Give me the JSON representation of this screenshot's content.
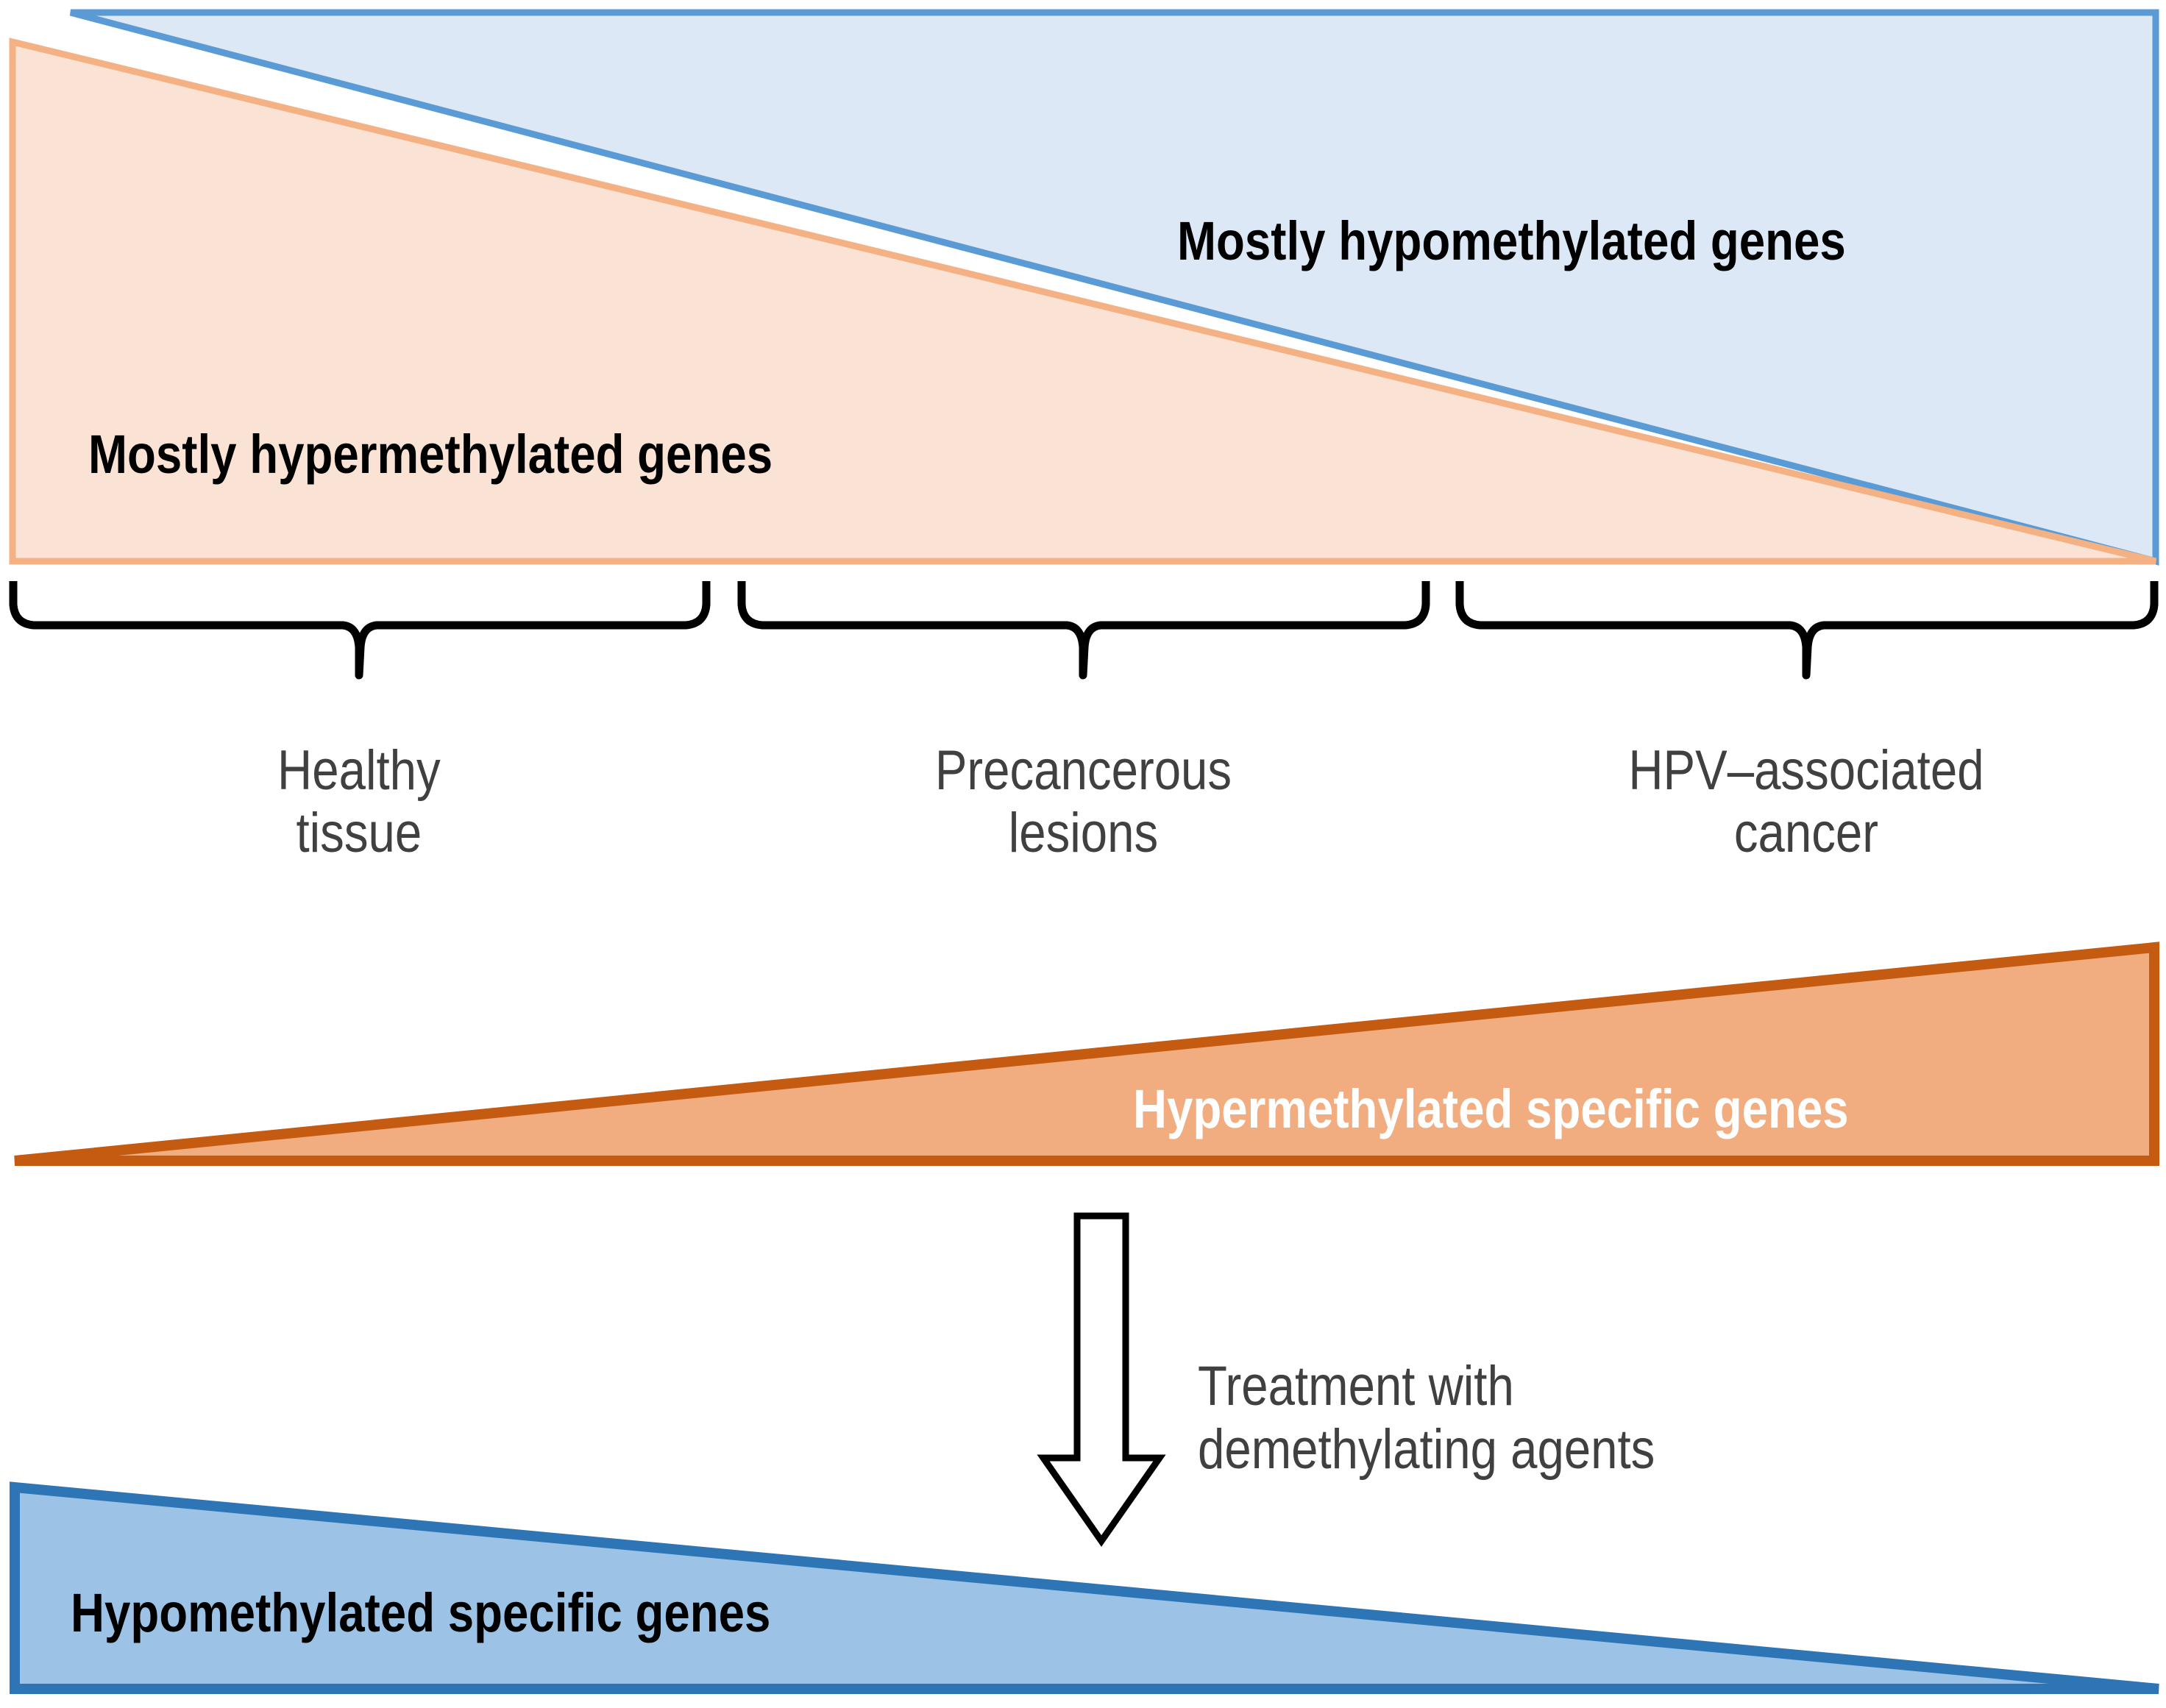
{
  "figure": {
    "title_text": "",
    "colors": {
      "pale_blue_fill": "#dce8f6",
      "pale_blue_stroke": "#5b9bd5",
      "pale_orange_fill": "#fae2d5",
      "pale_orange_stroke": "#f4b183",
      "solid_orange_fill": "#f1ad80",
      "solid_orange_stroke": "#c55a11",
      "solid_blue_fill": "#9cc3e5",
      "solid_blue_stroke": "#2e75b6",
      "bracket_stroke": "#000000",
      "stage_label_text": "#404040",
      "dark_text": "#000000",
      "white_text": "#ffffff"
    }
  },
  "top_panel": {
    "hypo_label": "Mostly hypomethylated genes",
    "hyper_label": "Mostly hypermethylated genes"
  },
  "stages": [
    {
      "id": "healthy-tissue",
      "label": "Healthy\ntissue"
    },
    {
      "id": "precancerous-lesions",
      "label": "Precancerous\nlesions"
    },
    {
      "id": "hpv-associated-cancer",
      "label": "HPV–associated\ncancer"
    }
  ],
  "middle_panel": {
    "hyper_specific_label": "Hypermethylated specific genes"
  },
  "treatment": {
    "label": "Treatment with\ndemethylating agents"
  },
  "bottom_panel": {
    "hypo_specific_label": "Hypomethylated specific genes"
  },
  "chart_data": {
    "type": "area",
    "title": "DNA methylation changes across HPV-associated carcinogenesis",
    "xlabel": "",
    "ylabel": "",
    "categories": [
      "Healthy tissue",
      "Precancerous lesions",
      "HPV–associated cancer"
    ],
    "grid": false,
    "legend": "in-figure labels",
    "series": [
      {
        "name": "Mostly hypomethylated genes",
        "trend": "increasing",
        "values": [
          0,
          50,
          100
        ],
        "fill": "#dce8f6",
        "stroke": "#5b9bd5",
        "panel": "top"
      },
      {
        "name": "Mostly hypermethylated genes",
        "trend": "decreasing",
        "values": [
          100,
          50,
          0
        ],
        "fill": "#fae2d5",
        "stroke": "#f4b183",
        "panel": "top"
      },
      {
        "name": "Hypermethylated specific genes",
        "trend": "increasing",
        "values": [
          0,
          50,
          100
        ],
        "fill": "#f1ad80",
        "stroke": "#c55a11",
        "panel": "middle"
      },
      {
        "name": "Hypomethylated specific genes",
        "trend": "decreasing",
        "values": [
          100,
          50,
          0
        ],
        "fill": "#9cc3e5",
        "stroke": "#2e75b6",
        "panel": "bottom"
      }
    ],
    "annotations": [
      "Treatment with demethylating agents"
    ]
  }
}
